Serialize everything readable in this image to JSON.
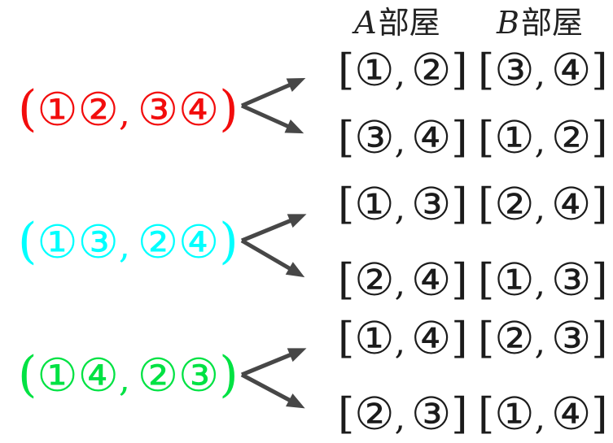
{
  "headers": {
    "room_a": {
      "letter": "A",
      "word": "部屋"
    },
    "room_b": {
      "letter": "B",
      "word": "部屋"
    }
  },
  "symbols": {
    "open_bracket": "[",
    "close_bracket": "]",
    "open_paren": "(",
    "close_paren": ")",
    "comma": ","
  },
  "colors": {
    "group1": "#f20d0d",
    "group2": "#00ffff",
    "group3": "#00e243",
    "arrow": "#474747",
    "text": "#1b1b1b"
  },
  "groups": [
    {
      "name": "partition-12-34",
      "color": "#f20d0d",
      "left_pair": [
        "①",
        "②"
      ],
      "right_pair": [
        "③",
        "④"
      ],
      "outcomes": [
        {
          "room_a": [
            "①",
            "②"
          ],
          "room_b": [
            "③",
            "④"
          ]
        },
        {
          "room_a": [
            "③",
            "④"
          ],
          "room_b": [
            "①",
            "②"
          ]
        }
      ]
    },
    {
      "name": "partition-13-24",
      "color": "#00ffff",
      "left_pair": [
        "①",
        "③"
      ],
      "right_pair": [
        "②",
        "④"
      ],
      "outcomes": [
        {
          "room_a": [
            "①",
            "③"
          ],
          "room_b": [
            "②",
            "④"
          ]
        },
        {
          "room_a": [
            "②",
            "④"
          ],
          "room_b": [
            "①",
            "③"
          ]
        }
      ]
    },
    {
      "name": "partition-14-23",
      "color": "#00e243",
      "left_pair": [
        "①",
        "④"
      ],
      "right_pair": [
        "②",
        "③"
      ],
      "outcomes": [
        {
          "room_a": [
            "①",
            "④"
          ],
          "room_b": [
            "②",
            "③"
          ]
        },
        {
          "room_a": [
            "②",
            "③"
          ],
          "room_b": [
            "①",
            "④"
          ]
        }
      ]
    }
  ]
}
